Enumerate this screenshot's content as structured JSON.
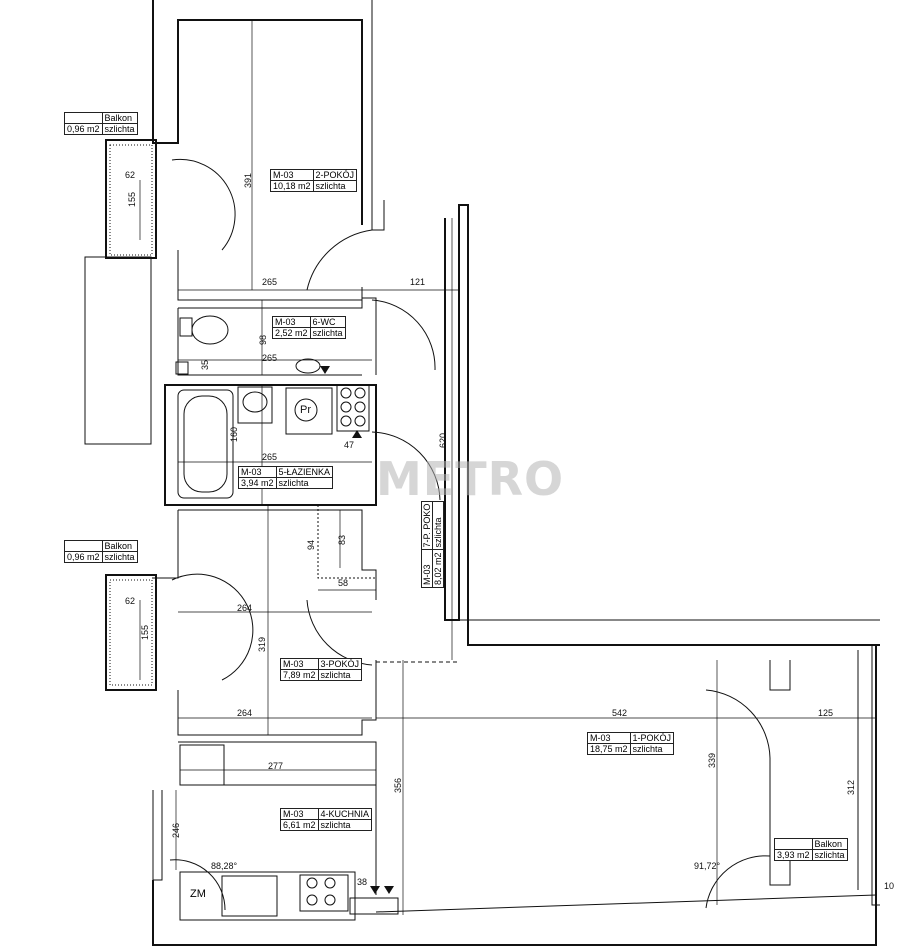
{
  "rooms": [
    {
      "code": "M-03",
      "name": "2-POKÓJ",
      "area": "10,18 m2",
      "finish": "szlichta"
    },
    {
      "code": "M-03",
      "name": "6-WC",
      "area": "2,52 m2",
      "finish": "szlichta"
    },
    {
      "code": "M-03",
      "name": "5-ŁAZIENKA",
      "area": "3,94 m2",
      "finish": "szlichta"
    },
    {
      "code": "M-03",
      "name": "7-P. POKO",
      "area": "8,02 m2",
      "finish": "szlichta"
    },
    {
      "code": "M-03",
      "name": "3-POKÓJ",
      "area": "7,89 m2",
      "finish": "szlichta"
    },
    {
      "code": "M-03",
      "name": "1-POKÓJ",
      "area": "18,75 m2",
      "finish": "szlichta"
    },
    {
      "code": "M-03",
      "name": "4-KUCHNIA",
      "area": "6,61 m2",
      "finish": "szlichta"
    }
  ],
  "balconies": [
    {
      "name": "Balkon",
      "area": "0,96 m2",
      "finish": "szlichta"
    },
    {
      "name": "Balkon",
      "area": "0,96 m2",
      "finish": "szlichta"
    },
    {
      "name": "Balkon",
      "area": "3,93 m2",
      "finish": "szlichta"
    }
  ],
  "dimensions": [
    "391",
    "62",
    "155",
    "265",
    "121",
    "98",
    "35",
    "265",
    "160",
    "47",
    "620",
    "265",
    "94",
    "83",
    "58",
    "62",
    "264",
    "155",
    "319",
    "264",
    "542",
    "125",
    "277",
    "356",
    "339",
    "312",
    "246",
    "38",
    "10"
  ],
  "angles": [
    "88,28°",
    "91,72°"
  ],
  "symbols": {
    "zm": "ZM",
    "pr": "Pr"
  },
  "watermark": "METRO"
}
